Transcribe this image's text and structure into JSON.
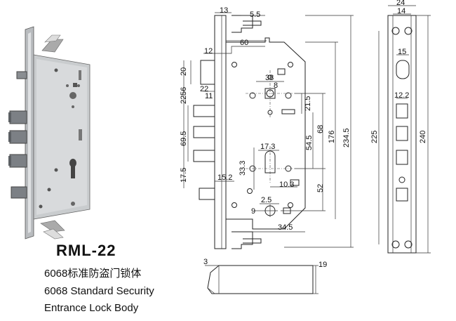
{
  "model": "RML-22",
  "caption": {
    "line1": "6068标准防盗门锁体",
    "line2": "6068 Standard Security",
    "line3": "Entrance Lock Body"
  },
  "front_view_dims": {
    "d13": "13",
    "d5_5": "5.5",
    "d60": "60",
    "d12": "12",
    "d20": "20",
    "d56": "56",
    "d22a": "22",
    "d22b": "22",
    "d11": "11",
    "d38": "38",
    "d8": "8",
    "d21_5": "21.5",
    "d69_5": "69.5",
    "d54_5": "54.5",
    "d68": "68",
    "d176": "176",
    "d234_5": "234.5",
    "d17_3": "17.3",
    "d33_3": "33.3",
    "d17_5": "17.5",
    "d15_2": "15.2",
    "d10_3": "10.3",
    "d52": "52",
    "d2_5": "2.5",
    "d9": "9",
    "d34_5": "34.5"
  },
  "faceplate_dims": {
    "d24": "24",
    "d14": "14",
    "d15": "15",
    "d12_2": "12.2",
    "d225": "225",
    "d240": "240"
  },
  "bolt_dims": {
    "d3": "3",
    "d19": "19"
  }
}
